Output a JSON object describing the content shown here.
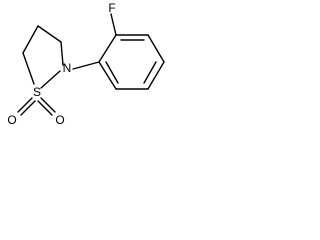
{
  "molecule": {
    "atoms": {
      "fluorine": "F",
      "nitrogen": "N",
      "sulfur": "S",
      "oxygen_left": "O",
      "oxygen_right": "O"
    }
  }
}
